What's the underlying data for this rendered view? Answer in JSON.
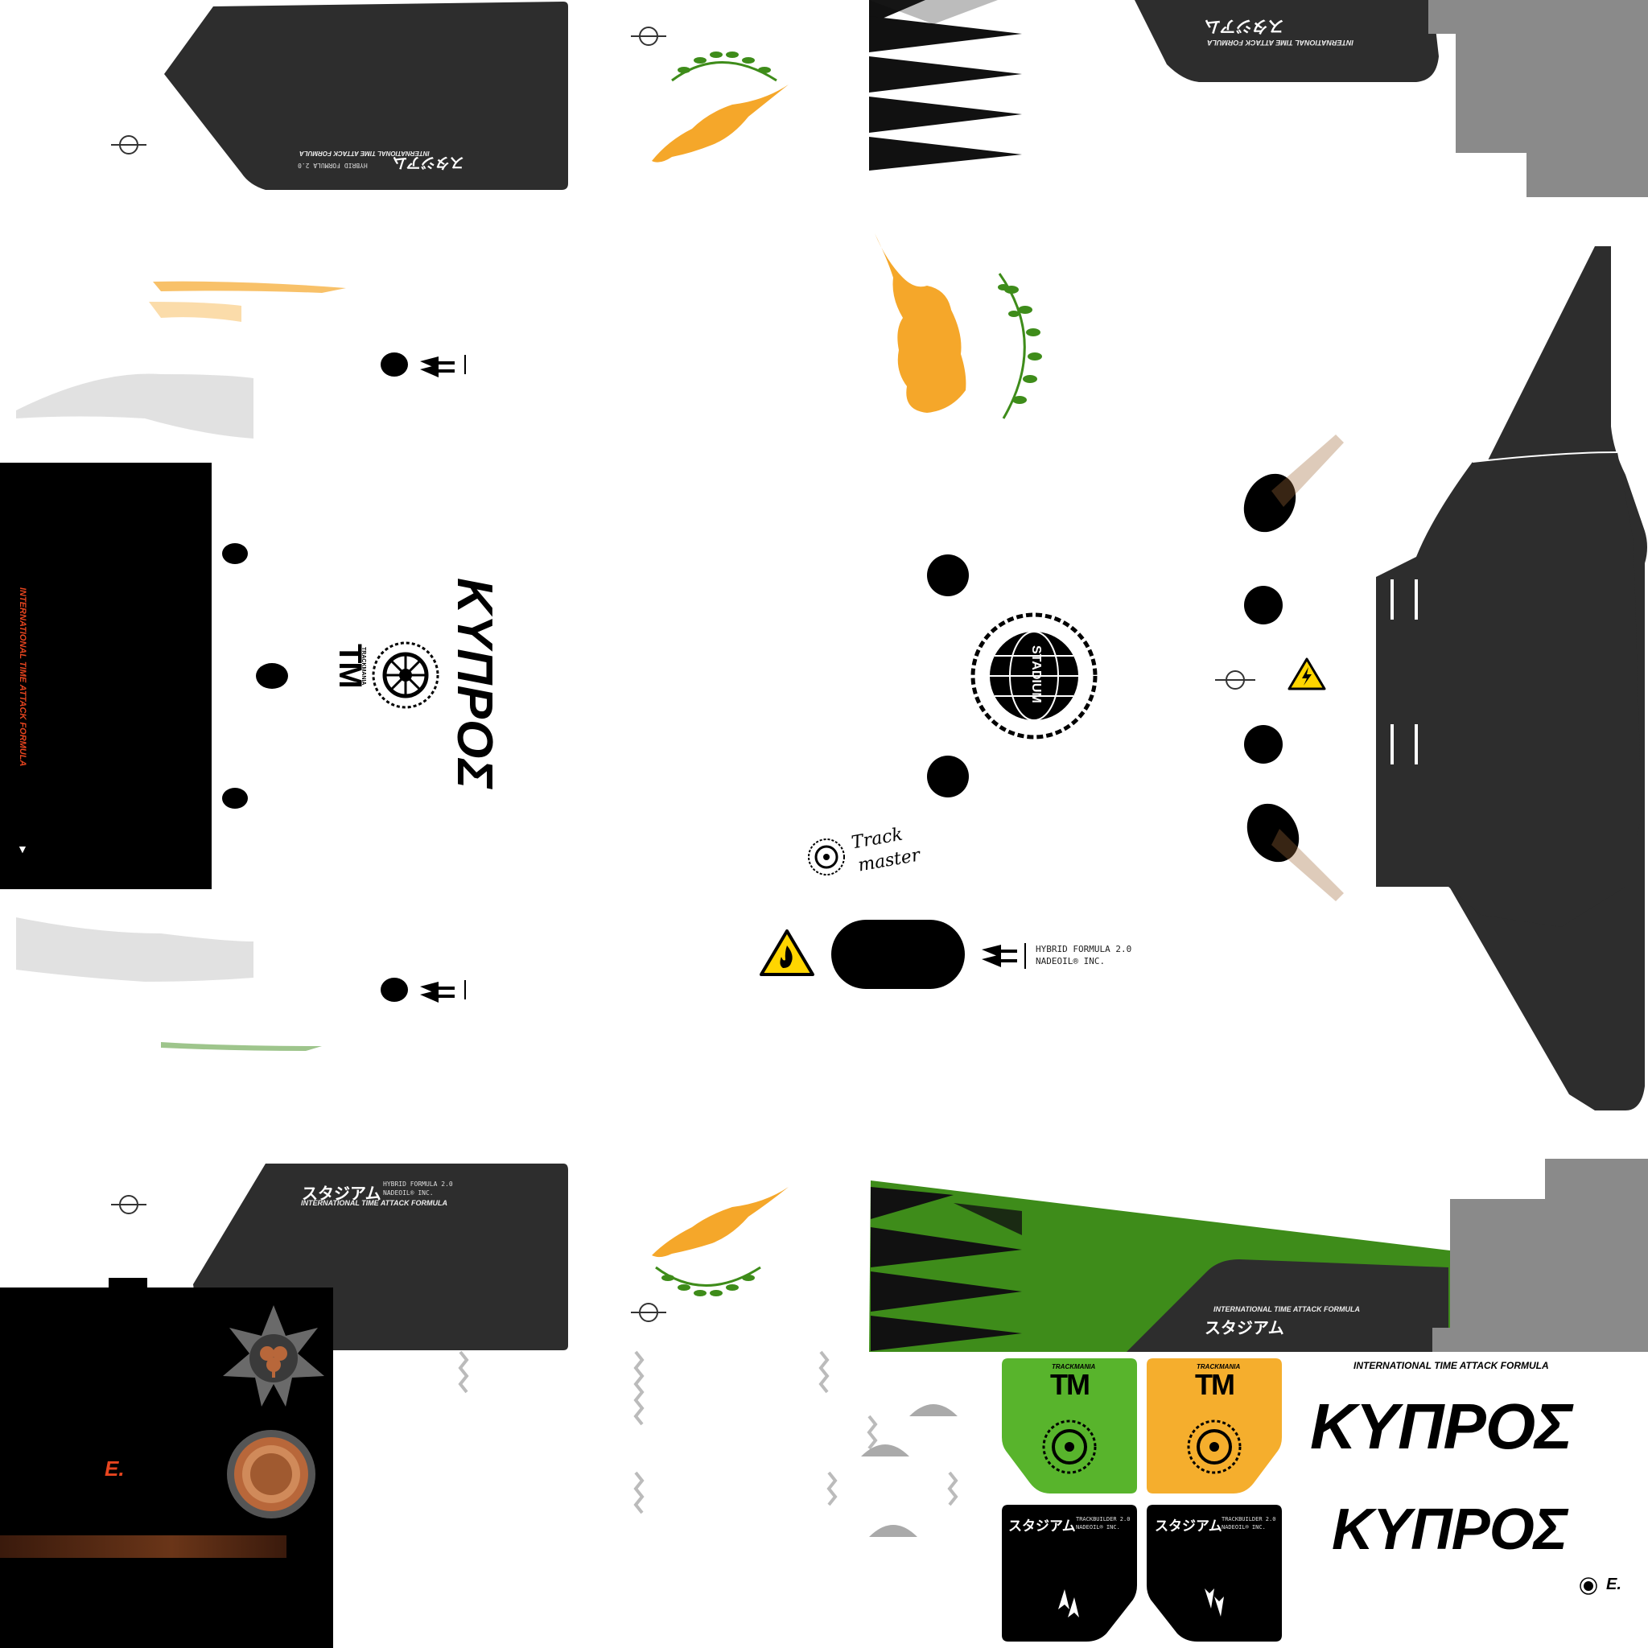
{
  "colors": {
    "carbon": "#2d2d2d",
    "flag_orange": "#f5a72a",
    "olive_green": "#3e8c1a",
    "panel_green": "#58b42c",
    "panel_orange": "#f5ae2d",
    "grey_block": "#8a8a8a",
    "warning_yellow": "#ffd500",
    "red_text": "#e8451f",
    "copper": "#b8673a"
  },
  "labels": {
    "kana_logo": "スタジアム",
    "hybrid_formula": "HYBRID FORMULA 2.0",
    "nadeoil": "NADEOIL® INC.",
    "itaf": "INTERNATIONAL TIME ATTACK FORMULA",
    "kypros": "ΚΥΠΡΟΣ",
    "trackmania": "TRACKMANIA",
    "tm_logo": "TM",
    "track_master_line1": "Track",
    "track_master_line2": "master",
    "trackbuilder": "TRACKBUILDER 2.0",
    "stadium_seal": "STADIUM",
    "e_logo": "E."
  },
  "icons": [
    "crosshair-icon",
    "flammable-warning-icon",
    "high-voltage-warning-icon",
    "cyprus-map-icon",
    "olive-branch-icon",
    "wheel-laurel-icon",
    "globe-laurel-icon",
    "tow-hook-arrow-icon",
    "shamrock-icon",
    "arrow-down-icon"
  ]
}
